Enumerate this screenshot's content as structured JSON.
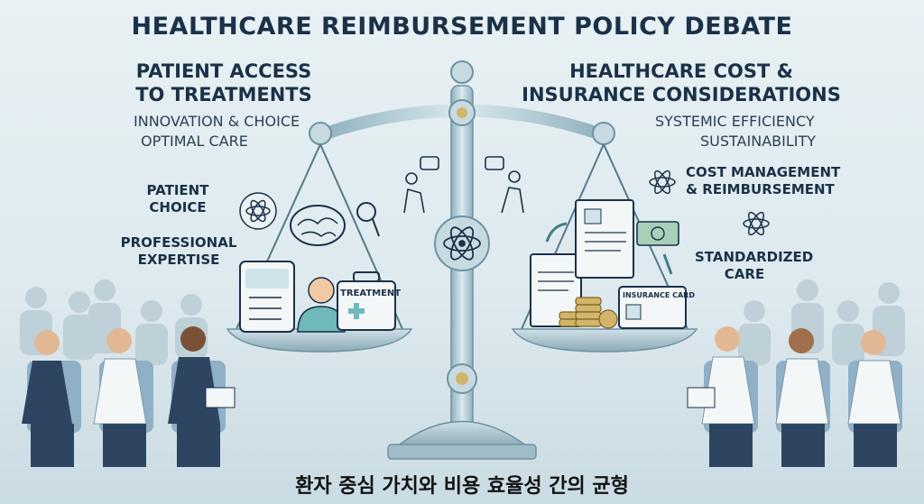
{
  "title": "HEALTHCARE REIMBURSEMENT POLICY DEBATE",
  "left": {
    "heading_line1": "PATIENT ACCESS",
    "heading_line2": "TO TREATMENTS",
    "sub_line1": "INNOVATION & CHOICE",
    "sub_line2": "OPTIMAL CARE",
    "label_patient_choice_1": "PATIENT",
    "label_patient_choice_2": "CHOICE",
    "label_expertise_1": "PROFESSIONAL",
    "label_expertise_2": "EXPERTISE",
    "card_label": "TREATMENT"
  },
  "right": {
    "heading_line1": "HEALTHCARE COST &",
    "heading_line2": "INSURANCE CONSIDERATIONS",
    "sub_line1": "SYSTEMIC EFFICIENCY",
    "sub_line2": "SUSTAINABILITY",
    "label_cost_1": "COST MANAGEMENT",
    "label_cost_2": "& REIMBURSEMENT",
    "label_standard_1": "STANDARDIZED",
    "label_standard_2": "CARE",
    "card_label": "INSURANCE CARD"
  },
  "caption": "환자 중심 가치와 비용 효율성 간의 균형",
  "colors": {
    "navy": "#1b3147",
    "steel": "#9fbcc8",
    "teal": "#5f9aa6",
    "brass": "#d2b46a",
    "paper": "#f4f7f8"
  },
  "icons": [
    "atom-icon",
    "brain-icon",
    "magnifier-icon",
    "checklist-icon",
    "document-icon",
    "coins-icon",
    "dollar-bill-icon",
    "arrow-icon",
    "chat-bubble-icon"
  ]
}
